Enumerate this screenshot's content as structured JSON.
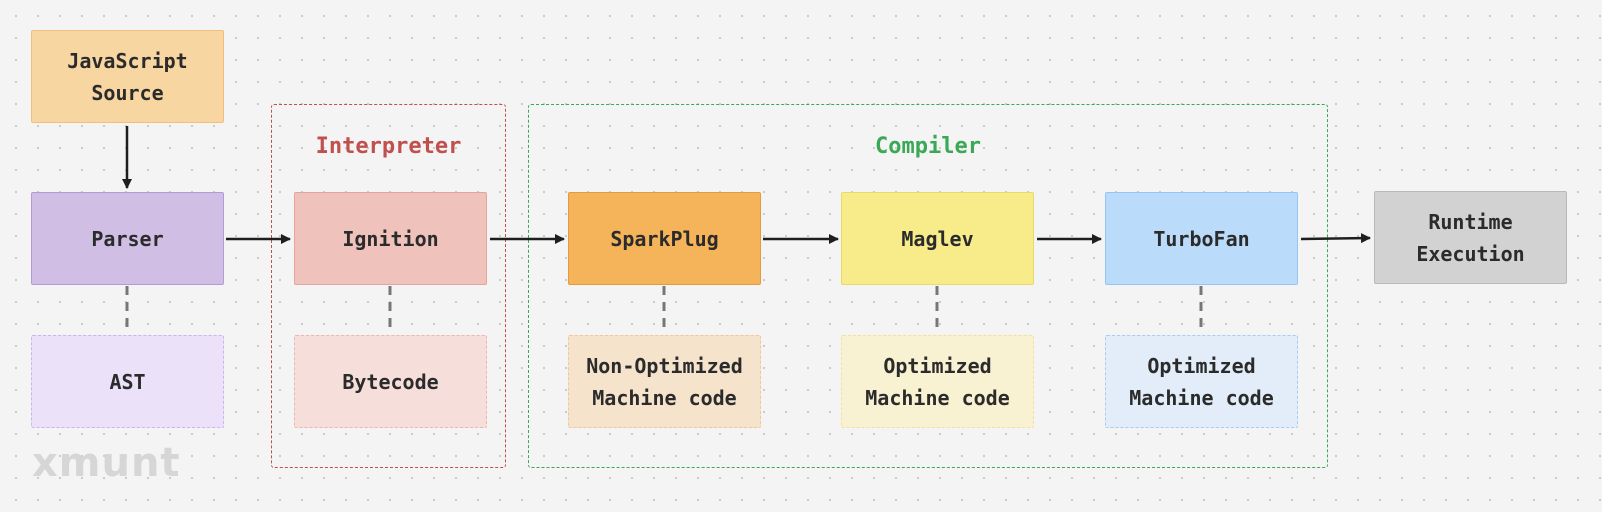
{
  "groups": {
    "interpreter": {
      "title": "Interpreter",
      "color": "#c0504d"
    },
    "compiler": {
      "title": "Compiler",
      "color": "#3aa856"
    }
  },
  "nodes": {
    "js_source": {
      "label": "JavaScript\nSource",
      "fill": "#f8d6a2",
      "border": "#f0c07a"
    },
    "parser": {
      "label": "Parser",
      "fill": "#d0bee5",
      "border": "#b49bd6"
    },
    "ignition": {
      "label": "Ignition",
      "fill": "#f0c2bc",
      "border": "#e3a59d"
    },
    "sparkplug": {
      "label": "SparkPlug",
      "fill": "#f5b35a",
      "border": "#e39b3c"
    },
    "maglev": {
      "label": "Maglev",
      "fill": "#f7eb8a",
      "border": "#ead969"
    },
    "turbofan": {
      "label": "TurboFan",
      "fill": "#badcfa",
      "border": "#95c6f2"
    },
    "runtime": {
      "label": "Runtime\nExecution",
      "fill": "#d2d2d2",
      "border": "#b9b9b9"
    }
  },
  "outputs": {
    "ast": {
      "label": "AST",
      "fill": "#ebe1f8",
      "border": "#cdb4f0"
    },
    "bytecode": {
      "label": "Bytecode",
      "fill": "#f6dedb",
      "border": "#eab8b1"
    },
    "non_optimized": {
      "label": "Non-Optimized\nMachine code",
      "fill": "#f5e3cc",
      "border": "#ecc89a"
    },
    "optimized_maglev": {
      "label": "Optimized\nMachine code",
      "fill": "#f8f1d2",
      "border": "#efe19f"
    },
    "optimized_turbofan": {
      "label": "Optimized\nMachine code",
      "fill": "#e2edf9",
      "border": "#a7cdf0"
    }
  },
  "watermark": "xmunt",
  "colors": {
    "arrow": "#1e1e1e",
    "dashed_link": "#777777"
  }
}
